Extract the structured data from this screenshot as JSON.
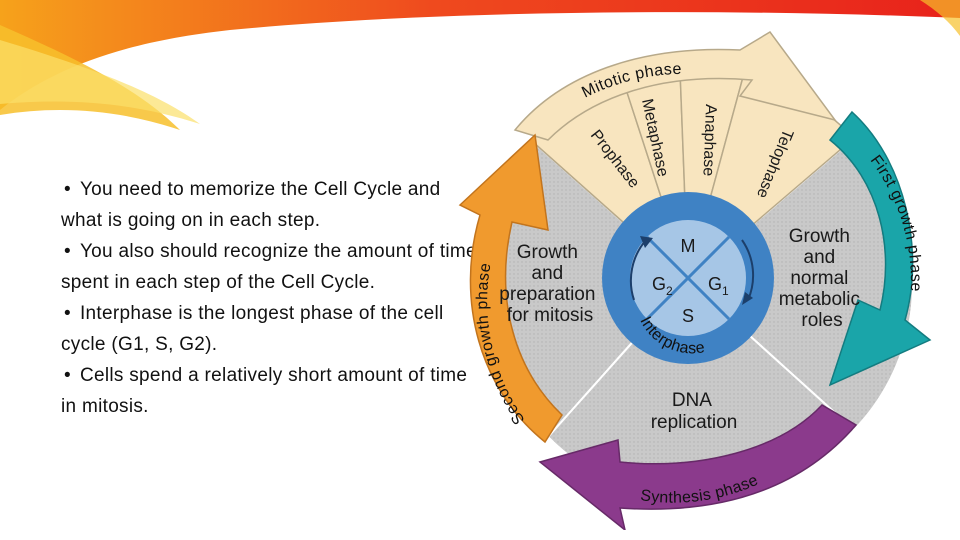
{
  "bullets": [
    "You need to memorize the Cell Cycle and what is going on in each step.",
    "You also should recognize the amount of time spent in each step of the Cell Cycle.",
    "Interphase is the longest phase of the cell cycle (G1, S, G2).",
    "Cells spend a relatively short amount of time in mitosis."
  ],
  "diagram": {
    "outer_arcs": {
      "mitotic": "Mitotic phase",
      "first_growth": "First growth phase",
      "synthesis": "Synthesis phase",
      "second_growth": "Second growth phase"
    },
    "mitosis_stages": [
      "Prophase",
      "Metaphase",
      "Anaphase",
      "Telophase"
    ],
    "segments": {
      "g2": [
        "Growth",
        "and",
        "preparation",
        "for mitosis"
      ],
      "g1": [
        "Growth",
        "and",
        "normal",
        "metabolic",
        "roles"
      ],
      "s": [
        "DNA",
        "replication"
      ]
    },
    "inner": {
      "m": "M",
      "g2": "G",
      "g2_sub": "2",
      "g1": "G",
      "g1_sub": "1",
      "s": "S",
      "ring": "Interphase"
    },
    "colors": {
      "mitotic": "#f8e5bf",
      "first_growth": "#1aa5a9",
      "synthesis": "#8b3a8c",
      "second_growth": "#f09a2e",
      "inner_ring": "#3f82c4",
      "inner_circle": "#a6c6e6",
      "segment": "#c9c9c9"
    }
  }
}
